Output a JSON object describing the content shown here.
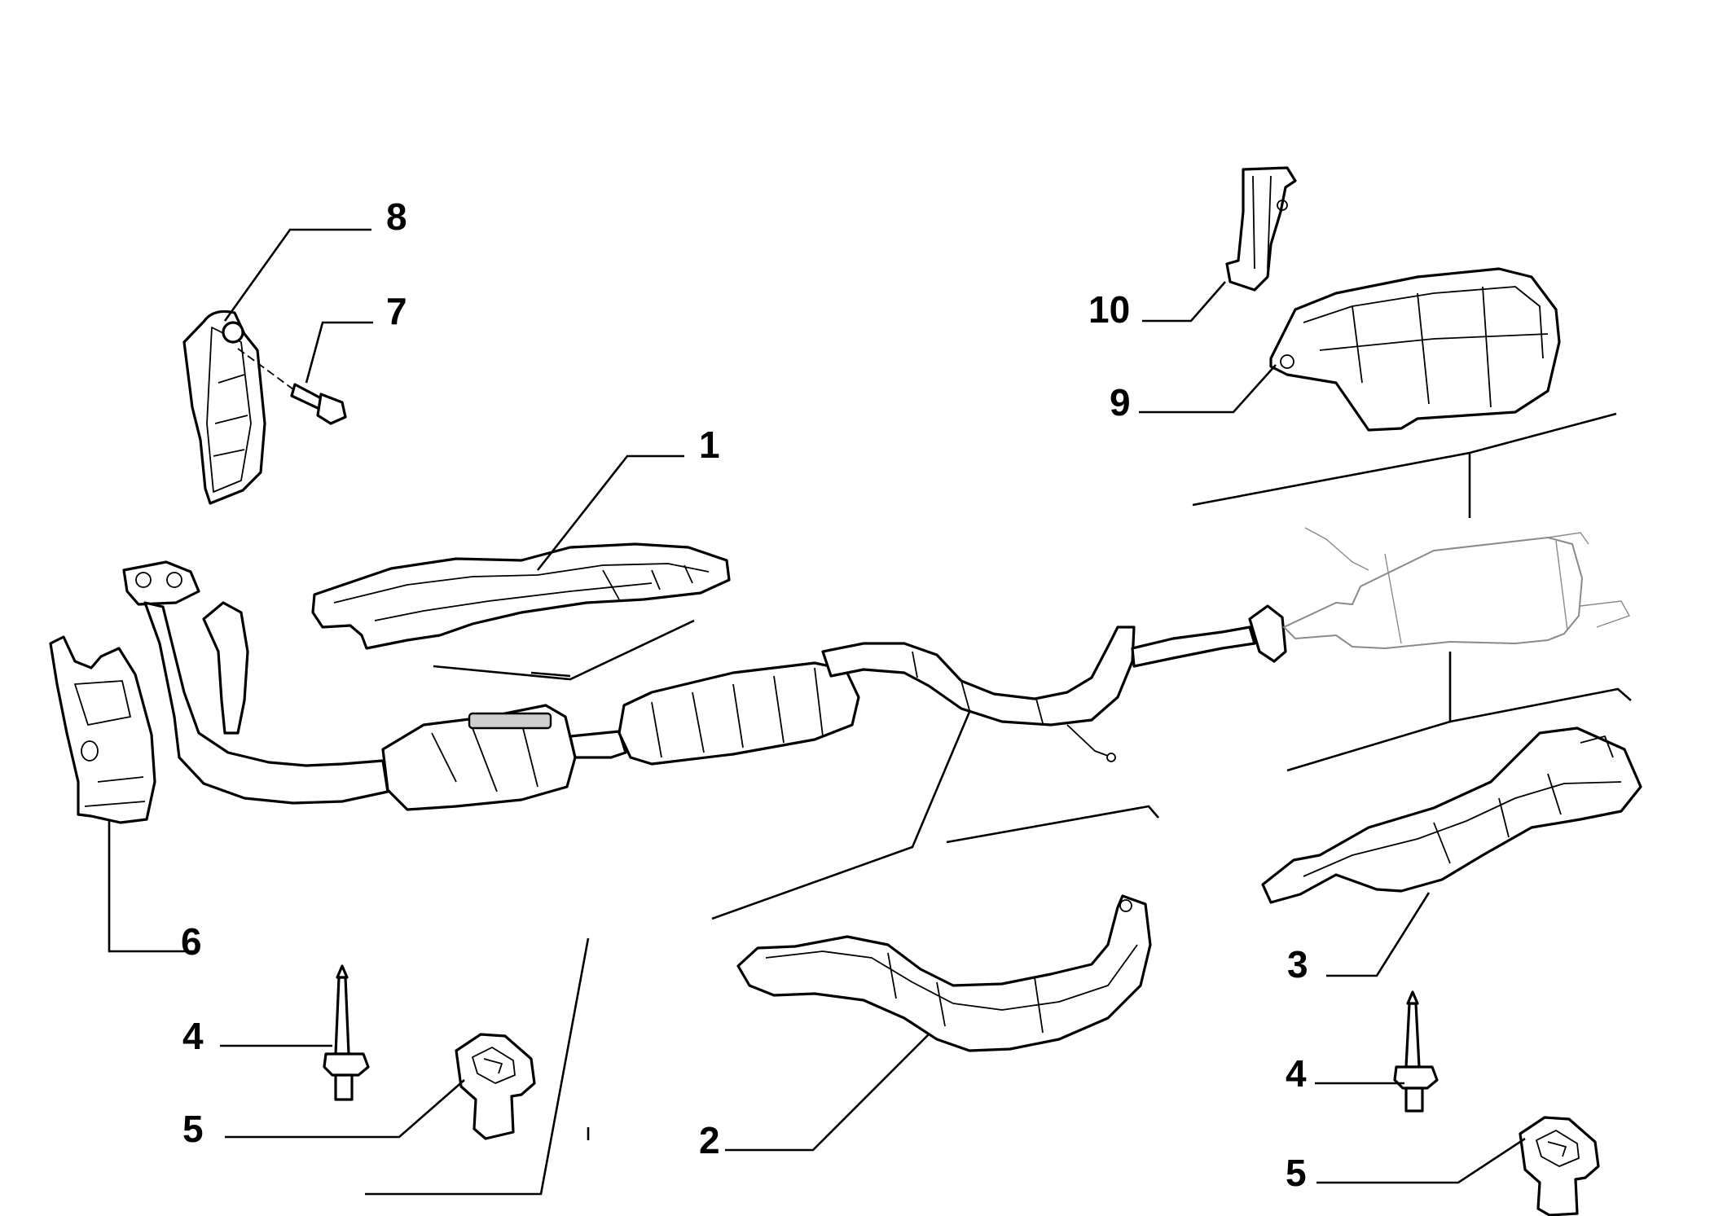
{
  "callouts": {
    "c1": "1",
    "c2": "2",
    "c3": "3",
    "c4a": "4",
    "c4b": "4",
    "c5a": "5",
    "c5b": "5",
    "c6": "6",
    "c7": "7",
    "c8": "8",
    "c9": "9",
    "c10": "10"
  }
}
